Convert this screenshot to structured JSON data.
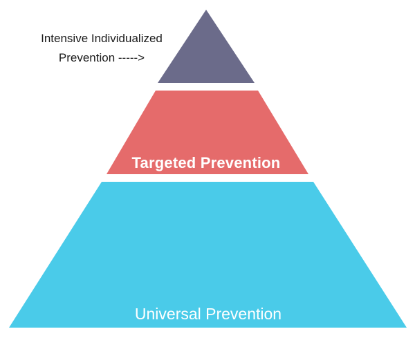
{
  "pyramid": {
    "top": {
      "color": "#6b6b8a",
      "callout_line1": "Intensive Individualized",
      "callout_line2": "Prevention ----->"
    },
    "middle": {
      "label": "Targeted Prevention",
      "color": "#e56b6b"
    },
    "bottom": {
      "label": "Universal Prevention",
      "color": "#4acbe9"
    }
  }
}
